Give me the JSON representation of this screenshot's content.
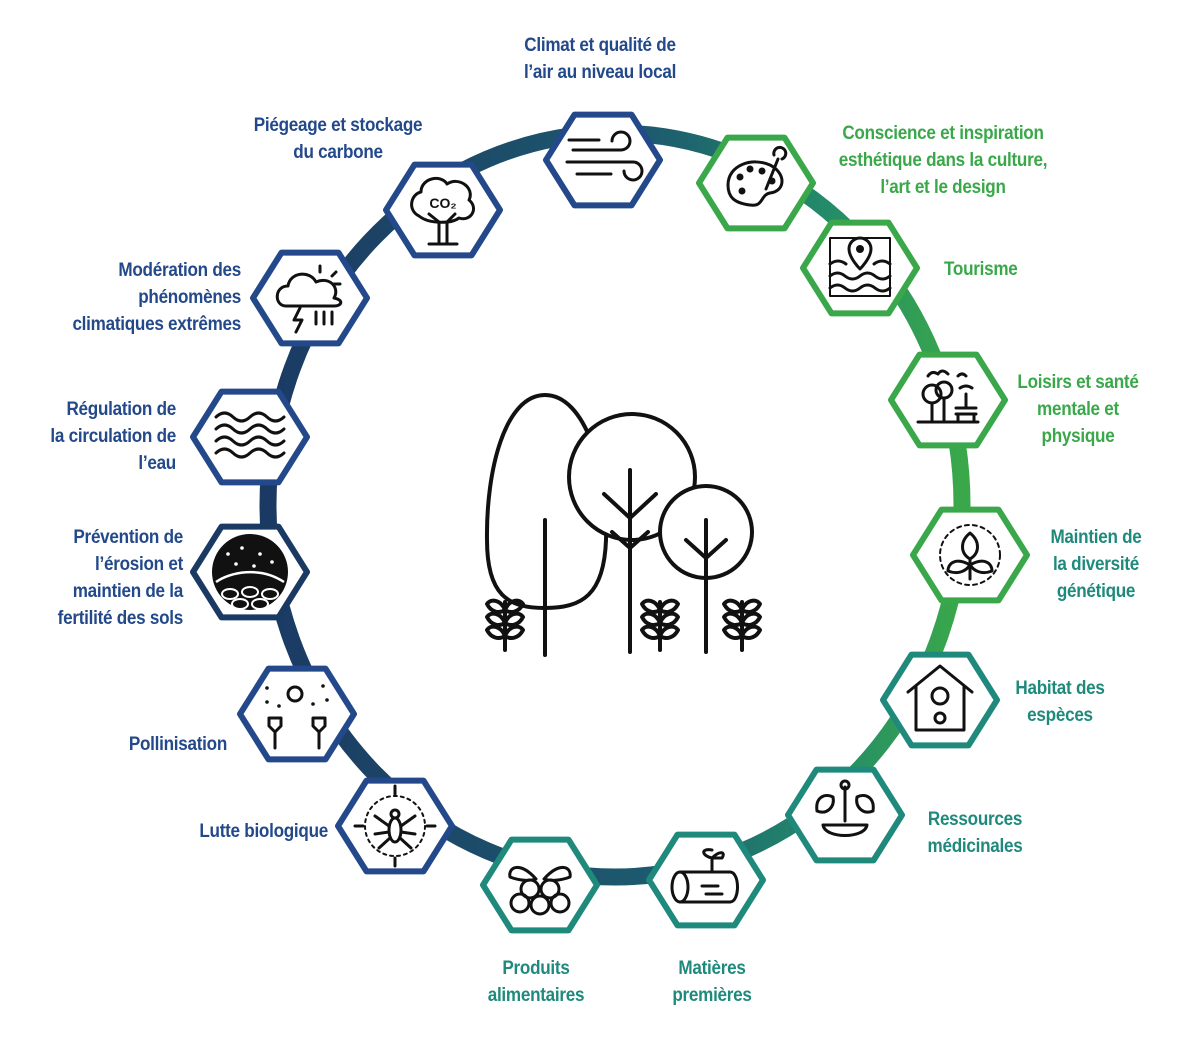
{
  "colors": {
    "blue": "#23498a",
    "navy": "#1b3a63",
    "green": "#3aa84a",
    "teal": "#1f8a7c",
    "teal_dark": "#1d6c73",
    "icon": "#111111"
  },
  "center_icon": "forest-trees-icon",
  "services": [
    {
      "id": "climat-air",
      "icon": "wind-icon",
      "lines": [
        "Climat et qualité de",
        "l’air au niveau local"
      ]
    },
    {
      "id": "conscience",
      "icon": "paint-palette-icon",
      "lines": [
        "Conscience et inspiration",
        "esthétique dans la culture,",
        "l’art et le design"
      ]
    },
    {
      "id": "tourisme",
      "icon": "map-pin-waves-icon",
      "lines": [
        "Tourisme"
      ]
    },
    {
      "id": "loisirs",
      "icon": "park-bench-icon",
      "lines": [
        "Loisirs et santé",
        "mentale et",
        "physique"
      ]
    },
    {
      "id": "diversite",
      "icon": "leaf-cycle-icon",
      "lines": [
        "Maintien de",
        "la diversité",
        "génétique"
      ]
    },
    {
      "id": "habitat",
      "icon": "birdhouse-icon",
      "lines": [
        "Habitat des",
        "espèces"
      ]
    },
    {
      "id": "medicinales",
      "icon": "mortar-herbs-icon",
      "lines": [
        "Ressources",
        "médicinales"
      ]
    },
    {
      "id": "matieres",
      "icon": "log-sprout-icon",
      "lines": [
        "Matières",
        "premières"
      ]
    },
    {
      "id": "produits",
      "icon": "berries-icon",
      "lines": [
        "Produits",
        "alimentaires"
      ]
    },
    {
      "id": "lutte",
      "icon": "insect-target-icon",
      "lines": [
        "Lutte biologique"
      ]
    },
    {
      "id": "pollinisation",
      "icon": "flowers-bee-icon",
      "lines": [
        "Pollinisation"
      ]
    },
    {
      "id": "erosion",
      "icon": "soil-icon",
      "lines": [
        "Prévention de",
        "l’érosion et",
        "maintien de la",
        "fertilité des sols"
      ]
    },
    {
      "id": "eau",
      "icon": "water-waves-icon",
      "lines": [
        "Régulation de",
        "la circulation de",
        "l’eau"
      ]
    },
    {
      "id": "extremes",
      "icon": "storm-cloud-icon",
      "lines": [
        "Modération des",
        "phénomènes",
        "climatiques extrêmes"
      ]
    },
    {
      "id": "carbone",
      "icon": "co2-tree-icon",
      "lines": [
        "Piégeage et stockage",
        "du carbone"
      ]
    }
  ]
}
